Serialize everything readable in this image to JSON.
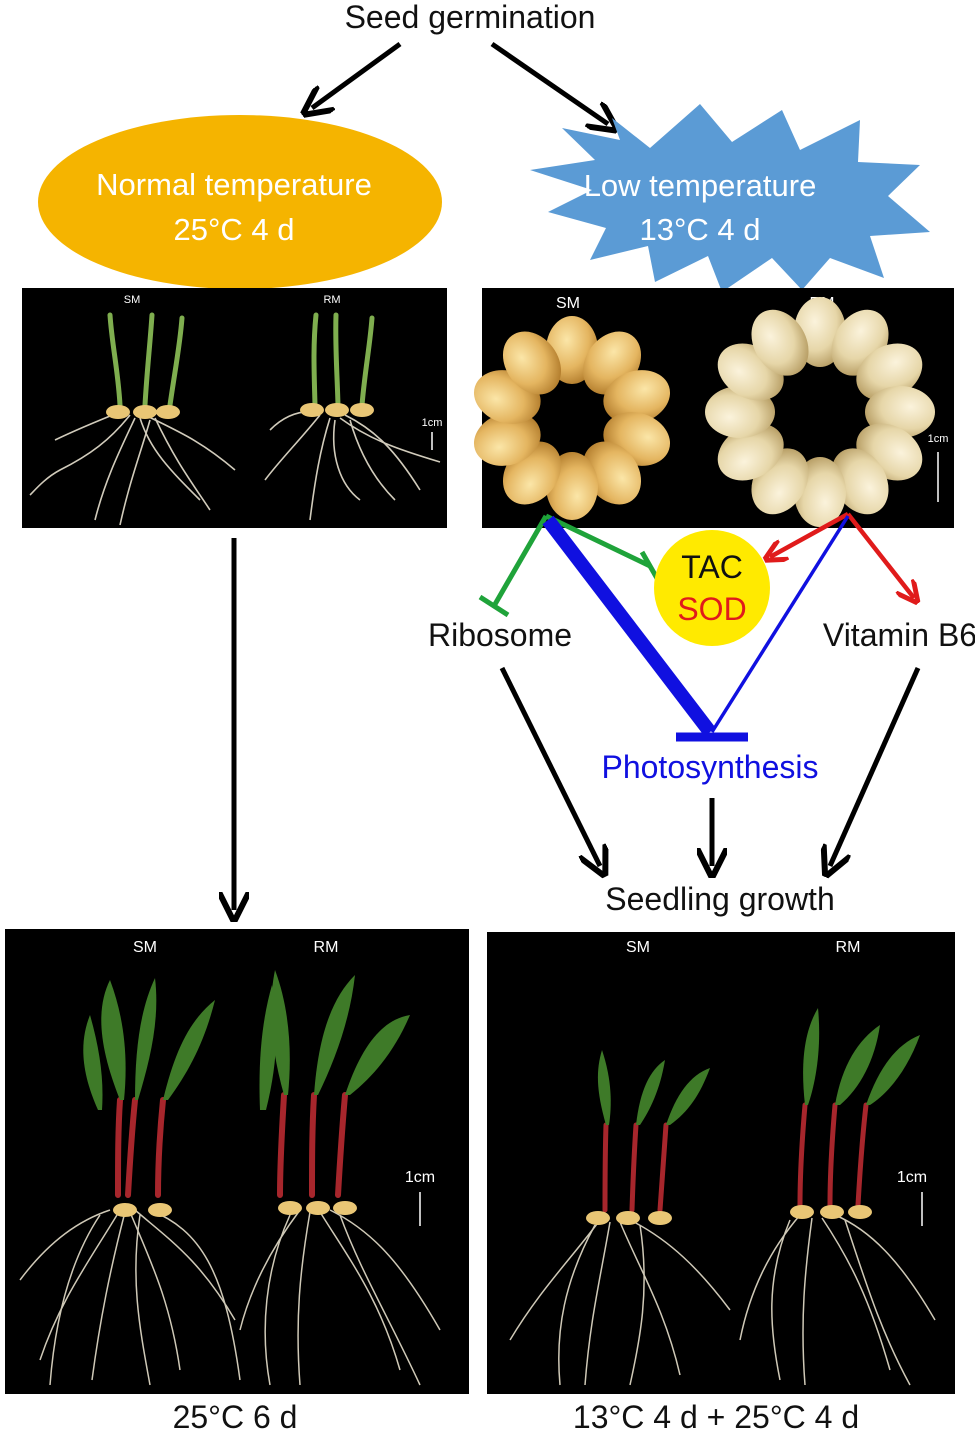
{
  "title": "Seed germination",
  "conditions": {
    "normal": {
      "line1": "Normal temperature",
      "line2": "25°C 4 d",
      "color": "#F5B400"
    },
    "low": {
      "line1": "Low temperature",
      "line2": "13°C 4 d",
      "color": "#5B9BD5"
    }
  },
  "panels": {
    "top_left": {
      "left_label": "SM",
      "right_label": "RM",
      "scale": "1cm"
    },
    "top_right": {
      "left_label": "SM",
      "right_label": "RM",
      "scale": "1cm"
    },
    "bottom_left": {
      "left_label": "SM",
      "right_label": "RM",
      "scale": "1cm",
      "caption": "25°C 6 d"
    },
    "bottom_right": {
      "left_label": "SM",
      "right_label": "RM",
      "scale": "1cm",
      "caption": "13°C 4 d + 25°C 4 d"
    }
  },
  "pathway": {
    "tac": "TAC",
    "sod": "SOD",
    "ribosome": "Ribosome",
    "vitamin_b6": "Vitamin B6",
    "photosynthesis": "Photosynthesis",
    "seedling_growth": "Seedling growth"
  },
  "colors": {
    "inhibit_green": "#1FA33A",
    "promote_red": "#E01B1B",
    "photosynthesis_blue": "#1010E0",
    "tac_circle": "#FFEA00",
    "sod_text": "#E01B1B"
  }
}
